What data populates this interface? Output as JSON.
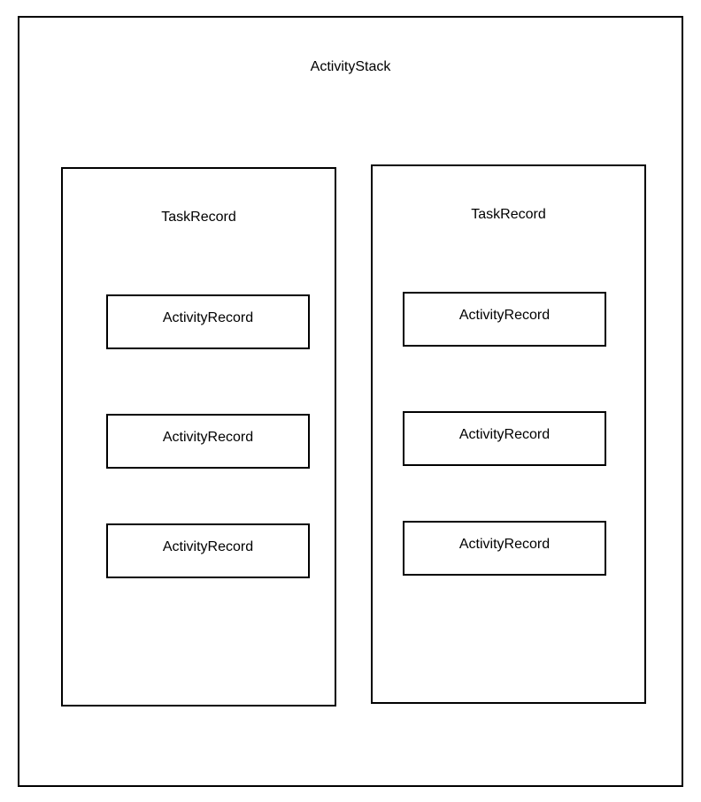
{
  "diagram": {
    "title": "ActivityStack",
    "tasks": [
      {
        "label": "TaskRecord",
        "activities": [
          "ActivityRecord",
          "ActivityRecord",
          "ActivityRecord"
        ]
      },
      {
        "label": "TaskRecord",
        "activities": [
          "ActivityRecord",
          "ActivityRecord",
          "ActivityRecord"
        ]
      }
    ]
  }
}
